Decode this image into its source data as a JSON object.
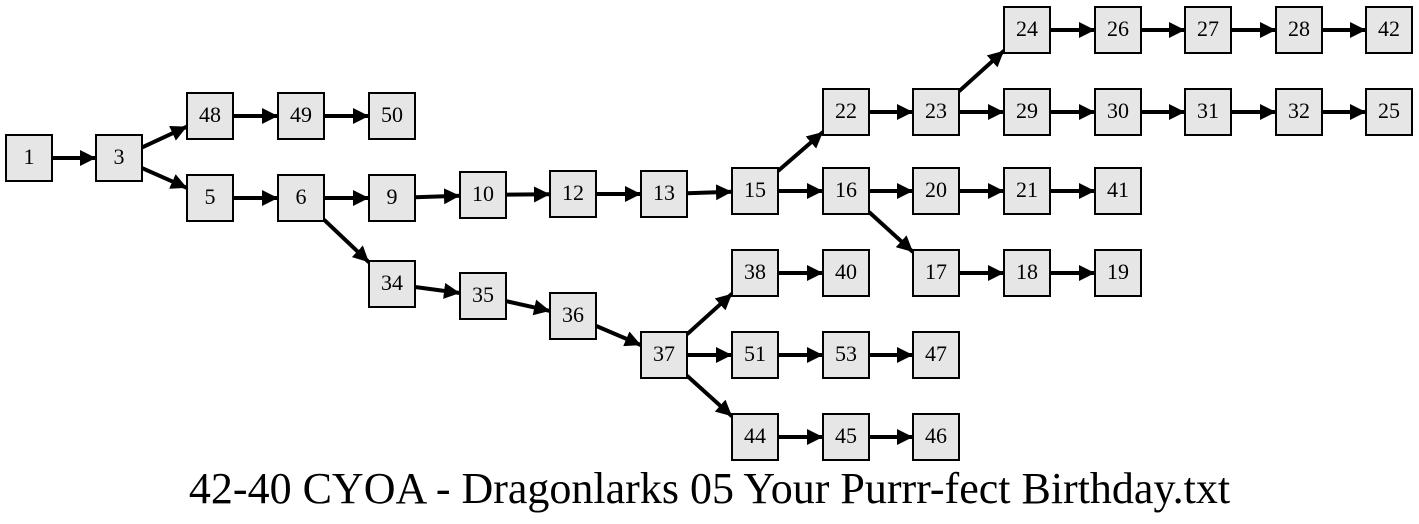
{
  "title": "42-40 CYOA - Dragonlarks 05 Your Purrr-fect Birthday.txt",
  "colors": {
    "node_fill": "#e6e6e6",
    "node_stroke": "#000000",
    "edge": "#000000"
  },
  "nodes": [
    "1",
    "3",
    "48",
    "49",
    "50",
    "5",
    "6",
    "9",
    "10",
    "12",
    "13",
    "15",
    "22",
    "23",
    "24",
    "26",
    "27",
    "28",
    "42",
    "29",
    "30",
    "31",
    "32",
    "25",
    "16",
    "20",
    "21",
    "41",
    "17",
    "18",
    "19",
    "34",
    "35",
    "36",
    "37",
    "38",
    "40",
    "51",
    "53",
    "47",
    "44",
    "45",
    "46"
  ],
  "edges": [
    [
      "1",
      "3"
    ],
    [
      "3",
      "48"
    ],
    [
      "48",
      "49"
    ],
    [
      "49",
      "50"
    ],
    [
      "3",
      "5"
    ],
    [
      "5",
      "6"
    ],
    [
      "6",
      "9"
    ],
    [
      "9",
      "10"
    ],
    [
      "10",
      "12"
    ],
    [
      "12",
      "13"
    ],
    [
      "13",
      "15"
    ],
    [
      "15",
      "22"
    ],
    [
      "22",
      "23"
    ],
    [
      "23",
      "24"
    ],
    [
      "24",
      "26"
    ],
    [
      "26",
      "27"
    ],
    [
      "27",
      "28"
    ],
    [
      "28",
      "42"
    ],
    [
      "23",
      "29"
    ],
    [
      "29",
      "30"
    ],
    [
      "30",
      "31"
    ],
    [
      "31",
      "32"
    ],
    [
      "32",
      "25"
    ],
    [
      "15",
      "16"
    ],
    [
      "16",
      "20"
    ],
    [
      "20",
      "21"
    ],
    [
      "21",
      "41"
    ],
    [
      "16",
      "17"
    ],
    [
      "17",
      "18"
    ],
    [
      "18",
      "19"
    ],
    [
      "6",
      "34"
    ],
    [
      "34",
      "35"
    ],
    [
      "35",
      "36"
    ],
    [
      "36",
      "37"
    ],
    [
      "37",
      "38"
    ],
    [
      "38",
      "40"
    ],
    [
      "37",
      "51"
    ],
    [
      "51",
      "53"
    ],
    [
      "53",
      "47"
    ],
    [
      "37",
      "44"
    ],
    [
      "44",
      "45"
    ],
    [
      "45",
      "46"
    ]
  ]
}
